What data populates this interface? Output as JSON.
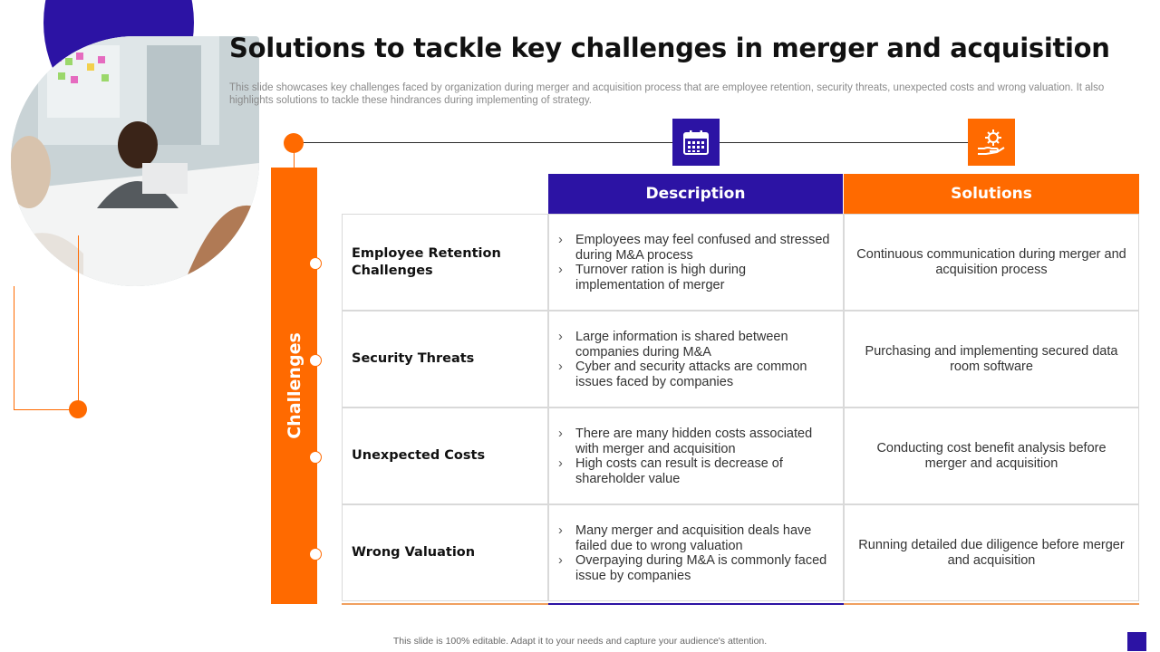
{
  "title": "Solutions to tackle key challenges in merger and acquisition",
  "subtitle": "This slide showcases key challenges faced by organization during merger and acquisition process that are employee retention, security threats, unexpected costs and wrong valuation. It also highlights solutions to tackle these hindrances during implementing of strategy.",
  "sidebar_label": "Challenges",
  "icons": {
    "description": "calendar-icon",
    "solutions": "gear-hand-icon"
  },
  "headers": {
    "description": "Description",
    "solutions": "Solutions"
  },
  "colors": {
    "purple": "#2c13a4",
    "orange": "#ff6a00"
  },
  "rows": [
    {
      "challenge": "Employee Retention Challenges",
      "description": [
        "Employees may feel confused and stressed during M&A process",
        "Turnover ration is high during implementation of merger"
      ],
      "solution": "Continuous communication during merger and acquisition process"
    },
    {
      "challenge": "Security Threats",
      "description": [
        "Large information is shared between companies during M&A",
        "Cyber and security attacks are common issues faced by companies"
      ],
      "solution": "Purchasing and implementing secured data room software"
    },
    {
      "challenge": "Unexpected Costs",
      "description": [
        "There are many hidden costs associated with merger and acquisition",
        "High costs can result is decrease of shareholder value"
      ],
      "solution": "Conducting cost benefit analysis before merger and acquisition"
    },
    {
      "challenge": "Wrong Valuation",
      "description": [
        "Many merger and acquisition deals have failed due to wrong valuation",
        "Overpaying during M&A is commonly faced issue by companies"
      ],
      "solution": "Running detailed due diligence before merger and acquisition"
    }
  ],
  "footer": "This slide is 100% editable. Adapt it to your needs and capture your audience's attention."
}
